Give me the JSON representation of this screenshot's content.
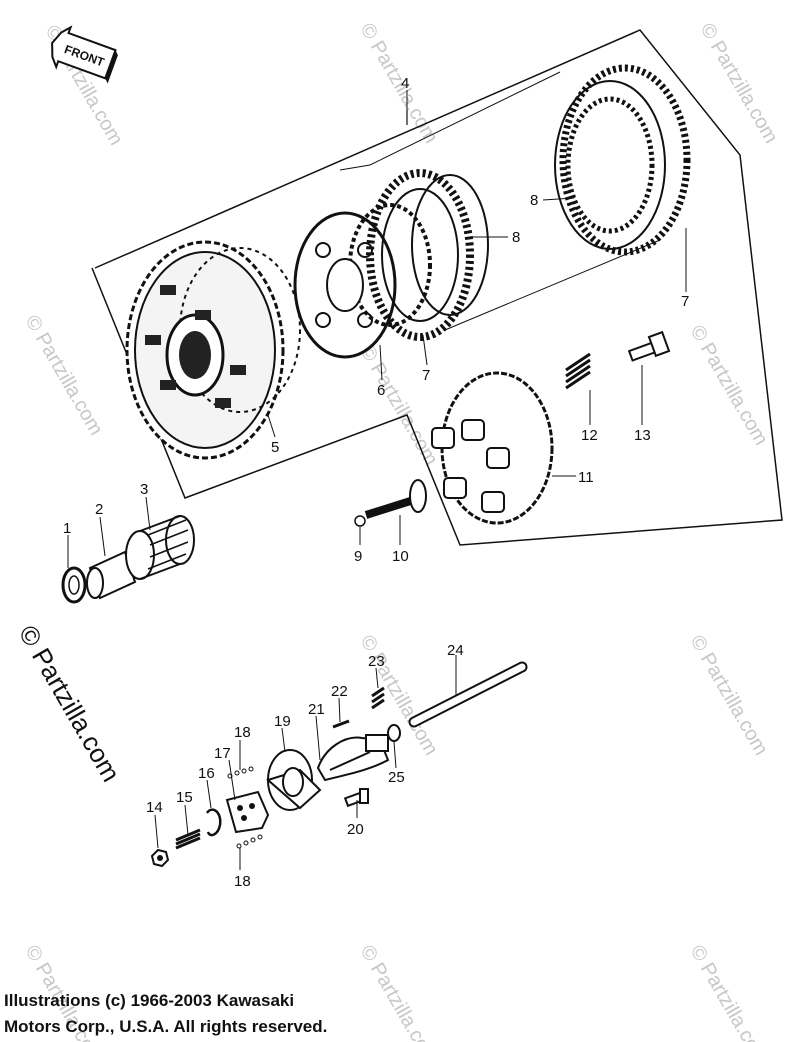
{
  "front_label": "FRONT",
  "watermark_text": "© Partzilla.com",
  "copyright_lines": [
    "Illustrations (c) 1966-2003 Kawasaki",
    "Motors Corp., U.S.A.  All rights reserved."
  ],
  "callouts": [
    {
      "id": "1",
      "label": "1"
    },
    {
      "id": "2",
      "label": "2"
    },
    {
      "id": "3",
      "label": "3"
    },
    {
      "id": "4",
      "label": "4"
    },
    {
      "id": "5",
      "label": "5"
    },
    {
      "id": "6",
      "label": "6"
    },
    {
      "id": "7a",
      "label": "7"
    },
    {
      "id": "7b",
      "label": "7"
    },
    {
      "id": "8a",
      "label": "8"
    },
    {
      "id": "8b",
      "label": "8"
    },
    {
      "id": "9",
      "label": "9"
    },
    {
      "id": "10",
      "label": "10"
    },
    {
      "id": "11",
      "label": "11"
    },
    {
      "id": "12",
      "label": "12"
    },
    {
      "id": "13",
      "label": "13"
    },
    {
      "id": "14",
      "label": "14"
    },
    {
      "id": "15",
      "label": "15"
    },
    {
      "id": "16",
      "label": "16"
    },
    {
      "id": "17",
      "label": "17"
    },
    {
      "id": "18a",
      "label": "18"
    },
    {
      "id": "18b",
      "label": "18"
    },
    {
      "id": "19",
      "label": "19"
    },
    {
      "id": "20",
      "label": "20"
    },
    {
      "id": "21",
      "label": "21"
    },
    {
      "id": "22",
      "label": "22"
    },
    {
      "id": "23",
      "label": "23"
    },
    {
      "id": "24",
      "label": "24"
    },
    {
      "id": "25",
      "label": "25"
    }
  ]
}
